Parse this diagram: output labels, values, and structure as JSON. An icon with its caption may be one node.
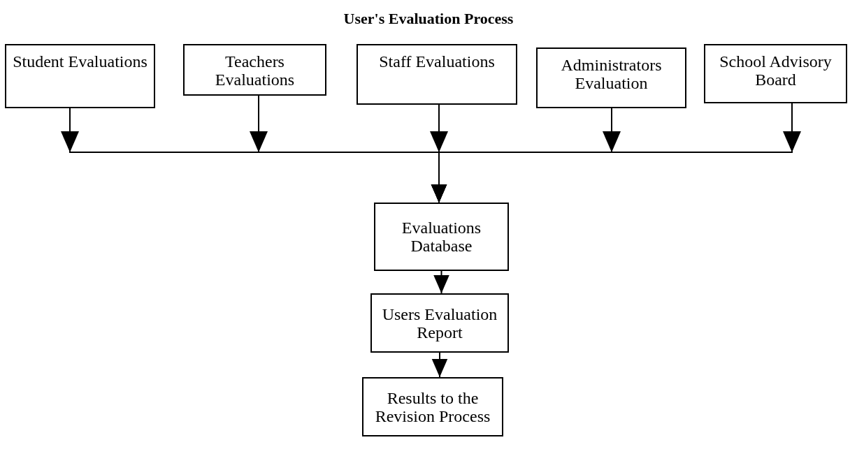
{
  "diagram": {
    "title": "User's Evaluation Process",
    "nodes": [
      {
        "text": [
          "Student Evaluations"
        ]
      },
      {
        "text": [
          "Teachers Evaluations"
        ]
      },
      {
        "text": [
          "Staff Evaluations"
        ]
      },
      {
        "text": [
          "Administrators Evaluation"
        ]
      },
      {
        "text": [
          "School Advisory Board"
        ]
      },
      {
        "text": [
          "Evaluations Database"
        ]
      },
      {
        "text": [
          "Users Evaluation Report"
        ]
      },
      {
        "text": [
          "Results to the Revision Process"
        ]
      }
    ],
    "edges": [
      {
        "from": 0,
        "to": 5,
        "arrow": "to"
      },
      {
        "from": 1,
        "to": 5,
        "arrow": "to"
      },
      {
        "from": 2,
        "to": 5,
        "arrow": "to"
      },
      {
        "from": 3,
        "to": 5,
        "arrow": "to"
      },
      {
        "from": 4,
        "to": 5,
        "arrow": "to"
      },
      {
        "from": 5,
        "to": 6,
        "arrow": "to"
      },
      {
        "from": 6,
        "to": 7,
        "arrow": "to"
      }
    ]
  }
}
